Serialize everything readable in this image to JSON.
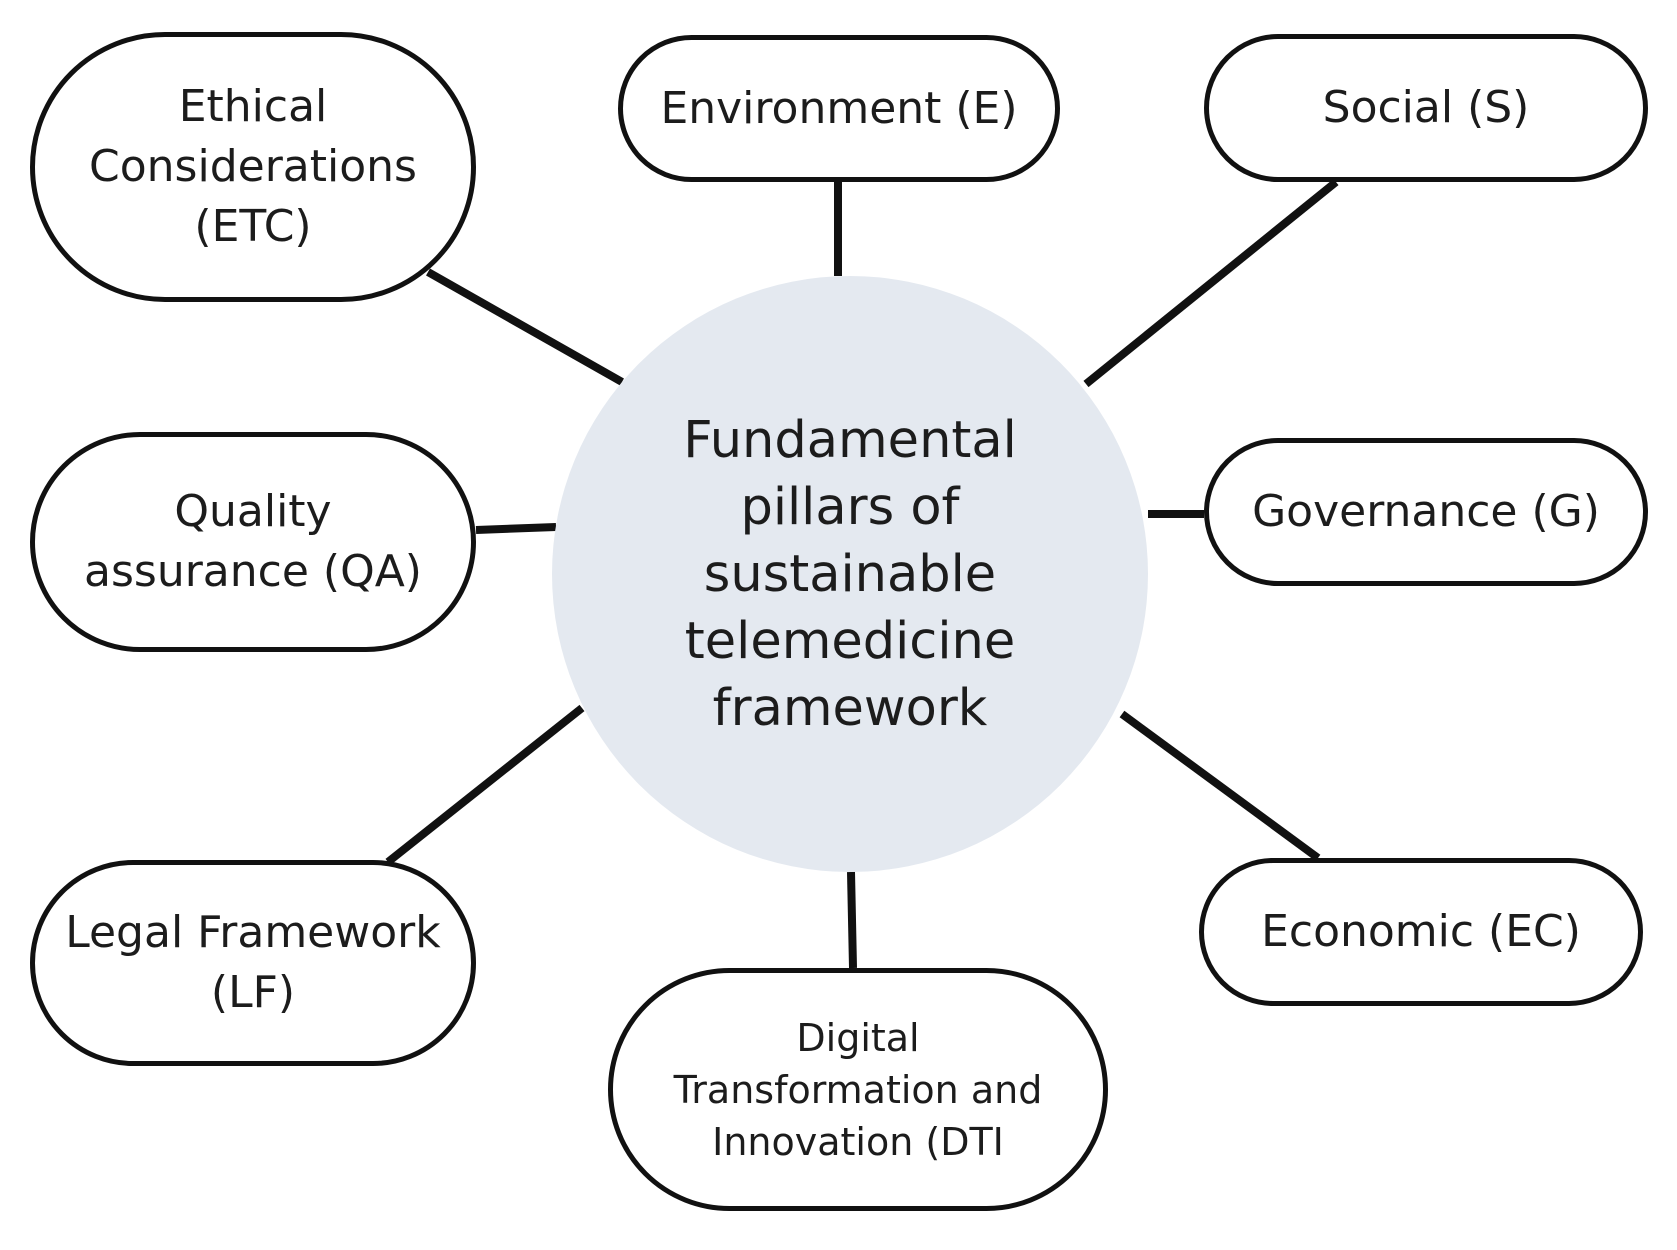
{
  "diagram": {
    "center": {
      "label": "Fundamental pillars of sustainable telemedicine framework",
      "fill_color": "#e4e9f0"
    },
    "pillars": [
      {
        "id": "etc",
        "label": "Ethical Considerations (ETC)"
      },
      {
        "id": "e",
        "label": "Environment (E)"
      },
      {
        "id": "s",
        "label": "Social (S)"
      },
      {
        "id": "qa",
        "label": "Quality assurance (QA)"
      },
      {
        "id": "g",
        "label": "Governance (G)"
      },
      {
        "id": "lf",
        "label": "Legal Framework (LF)"
      },
      {
        "id": "ec",
        "label": "Economic (EC)"
      },
      {
        "id": "dti",
        "label": "Digital Transformation and Innovation (DTI"
      }
    ],
    "outline_color": "#111111"
  }
}
